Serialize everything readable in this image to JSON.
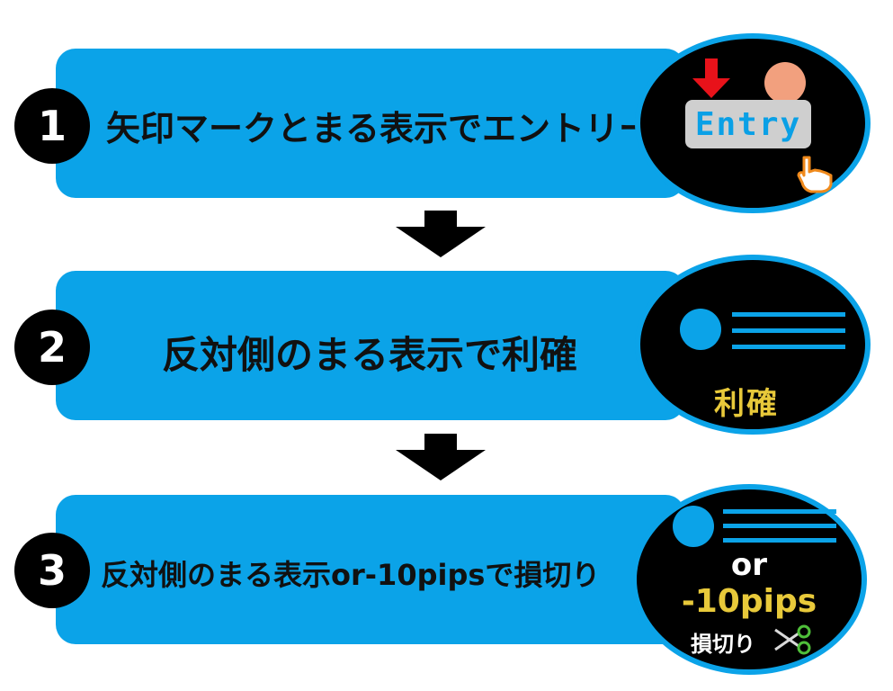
{
  "steps": [
    {
      "number": "1",
      "label": "矢印マークとまる表示でエントリー",
      "icon": {
        "button_label": "Entry",
        "arrow_color": "#e8121a",
        "dot_color": "#f2a07e"
      }
    },
    {
      "number": "2",
      "label": "反対側のまる表示で利確",
      "icon": {
        "caption": "利確",
        "dot_color": "#0ba3e8"
      }
    },
    {
      "number": "3",
      "label": "反対側のまる表示or-10pipsで損切り",
      "icon": {
        "line1": "or",
        "line2": "-10pips",
        "line3": "損切り",
        "dot_color": "#0ba3e8"
      }
    }
  ],
  "colors": {
    "bar": "#0ba3e8",
    "badge": "#000000",
    "accent_gold": "#e8c93a"
  }
}
